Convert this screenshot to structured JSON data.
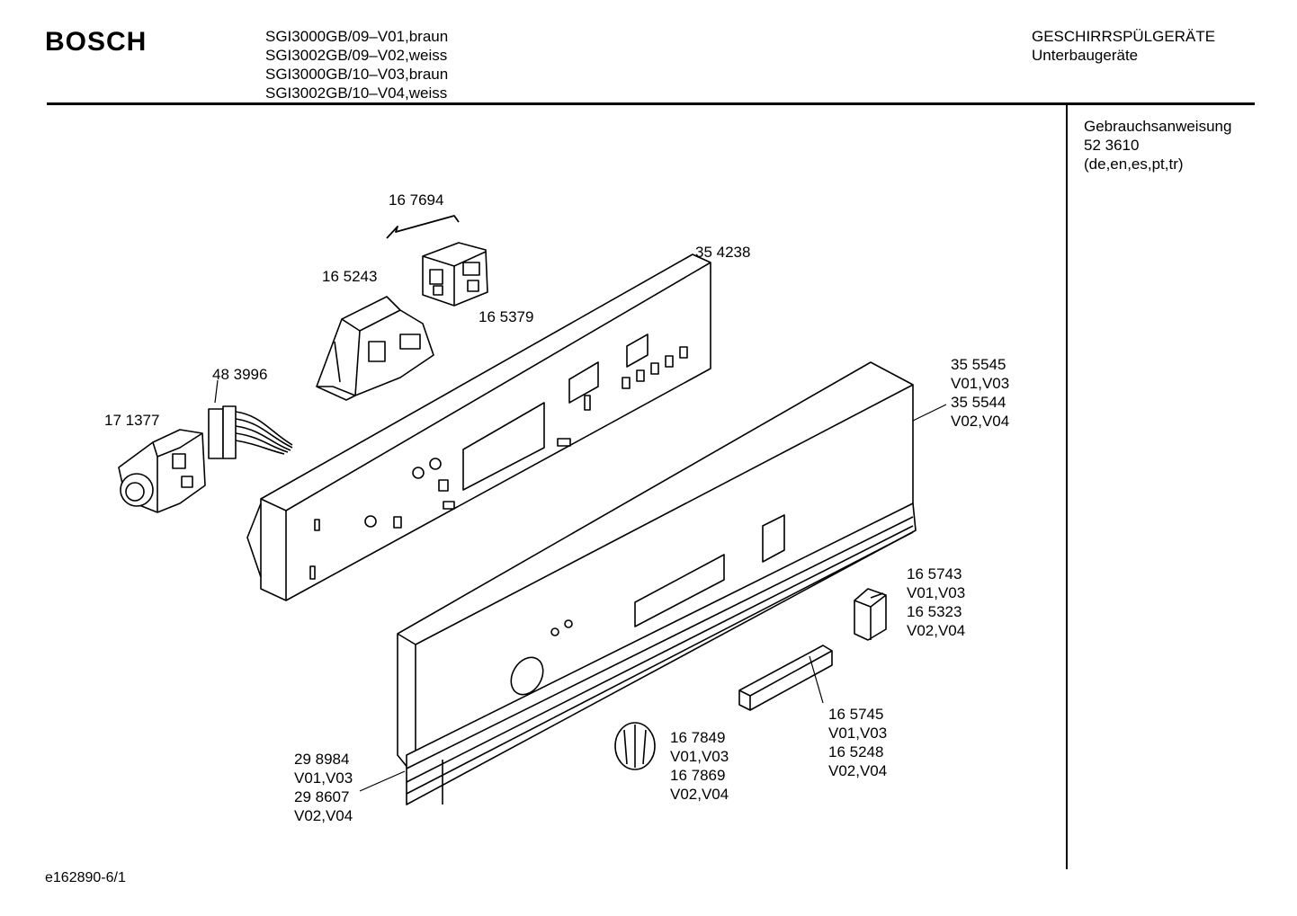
{
  "header": {
    "brand": "BOSCH",
    "models": [
      "SGI3000GB/09–V01,braun",
      "SGI3002GB/09–V02,weiss",
      "SGI3000GB/10–V03,braun",
      "SGI3002GB/10–V04,weiss"
    ],
    "category": "GESCHIRRSPÜLGERÄTE",
    "subcategory": "Unterbaugeräte"
  },
  "manual": {
    "title": "Gebrauchsanweisung",
    "number": "52 3610",
    "languages": "(de,en,es,pt,tr)"
  },
  "parts": [
    {
      "id": "p1",
      "lines": [
        "16 7694"
      ]
    },
    {
      "id": "p2",
      "lines": [
        "35 4238"
      ]
    },
    {
      "id": "p3",
      "lines": [
        "16 5243"
      ]
    },
    {
      "id": "p4",
      "lines": [
        "16 5379"
      ]
    },
    {
      "id": "p5",
      "lines": [
        "48 3996"
      ]
    },
    {
      "id": "p6",
      "lines": [
        "17 1377"
      ]
    },
    {
      "id": "p7",
      "lines": [
        "35 5545",
        "V01,V03",
        "35 5544",
        "V02,V04"
      ]
    },
    {
      "id": "p8",
      "lines": [
        "16 5743",
        "V01,V03",
        "16 5323",
        "V02,V04"
      ]
    },
    {
      "id": "p9",
      "lines": [
        "16 5745",
        "V01,V03",
        "16 5248",
        "V02,V04"
      ]
    },
    {
      "id": "p10",
      "lines": [
        "16 7849",
        "V01,V03",
        "16 7869",
        "V02,V04"
      ]
    },
    {
      "id": "p11",
      "lines": [
        "29 8984",
        "V01,V03",
        "29 8607",
        "V02,V04"
      ]
    }
  ],
  "footer": {
    "code": "e162890-6/1"
  }
}
